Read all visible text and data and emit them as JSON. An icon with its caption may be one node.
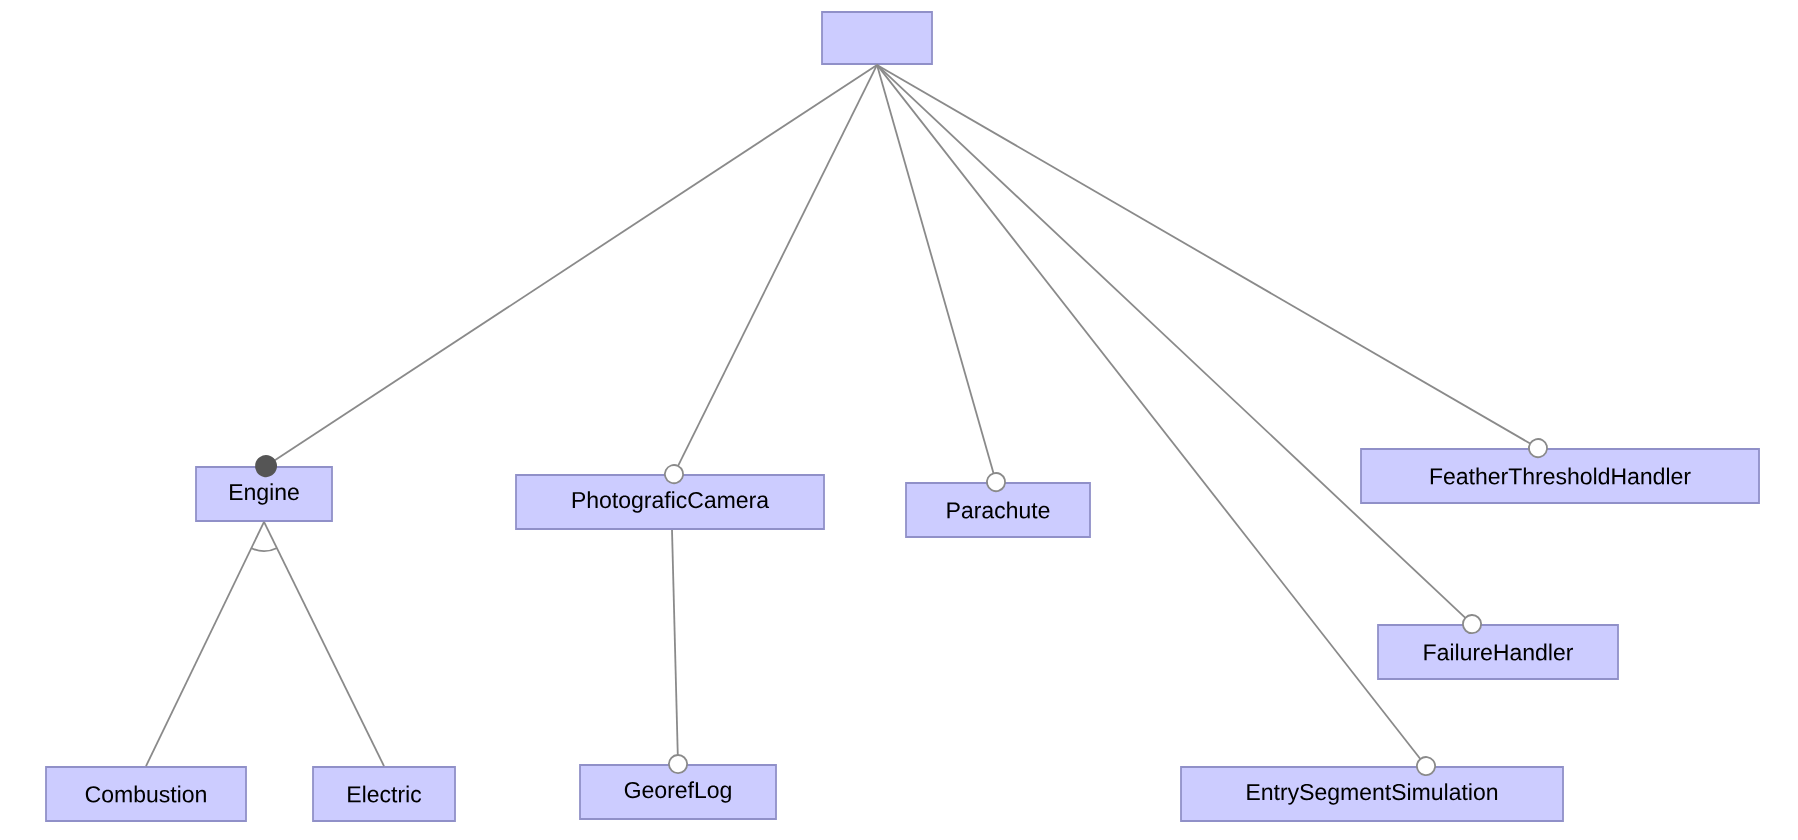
{
  "diagram": {
    "nodes": [
      {
        "text": [],
        "shape": "box"
      },
      {
        "text": [
          "Engine"
        ]
      },
      {
        "text": [
          "PhotograficCamera"
        ]
      },
      {
        "text": [
          "Parachute"
        ]
      },
      {
        "text": [
          "FeatherThresholdHandler"
        ]
      },
      {
        "text": [
          "FailureHandler"
        ]
      },
      {
        "text": [
          "Combustion"
        ]
      },
      {
        "text": [
          "Electric"
        ]
      },
      {
        "text": [
          "GeorefLog"
        ]
      },
      {
        "text": [
          "EntrySegmentSimulation"
        ]
      }
    ],
    "edges": [
      {
        "from": 0,
        "to": 1,
        "arrow": "other"
      },
      {
        "from": 0,
        "to": 2,
        "arrow": "other"
      },
      {
        "from": 0,
        "to": 3,
        "arrow": "other"
      },
      {
        "from": 0,
        "to": 4,
        "arrow": "other"
      },
      {
        "from": 0,
        "to": 5,
        "arrow": "other"
      },
      {
        "from": 0,
        "to": 9,
        "arrow": "other"
      },
      {
        "from": 1,
        "to": 6,
        "arrow": "none"
      },
      {
        "from": 1,
        "to": 7,
        "arrow": "none"
      },
      {
        "from": 2,
        "to": 8,
        "arrow": "other"
      }
    ]
  }
}
